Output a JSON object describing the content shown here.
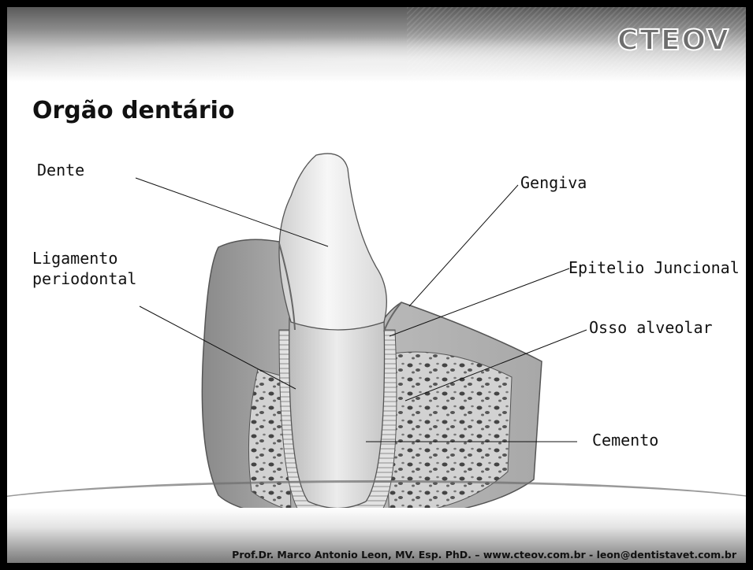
{
  "slide": {
    "title": "Orgão dentário",
    "logo_text": "CTEOV",
    "footer": "Prof.Dr. Marco Antonio Leon, MV. Esp. PhD. – www.cteov.com.br - leon@dentistavet.com.br"
  },
  "labels": {
    "dente": "Dente",
    "gengiva": "Gengiva",
    "ligamento": "Ligamento",
    "periodontal": "periodontal",
    "epitelio": "Epitelio Juncional",
    "osso": "Osso alveolar",
    "cemento": "Cemento"
  },
  "icons": {
    "illustration": "tooth-cross-section-illustration"
  }
}
